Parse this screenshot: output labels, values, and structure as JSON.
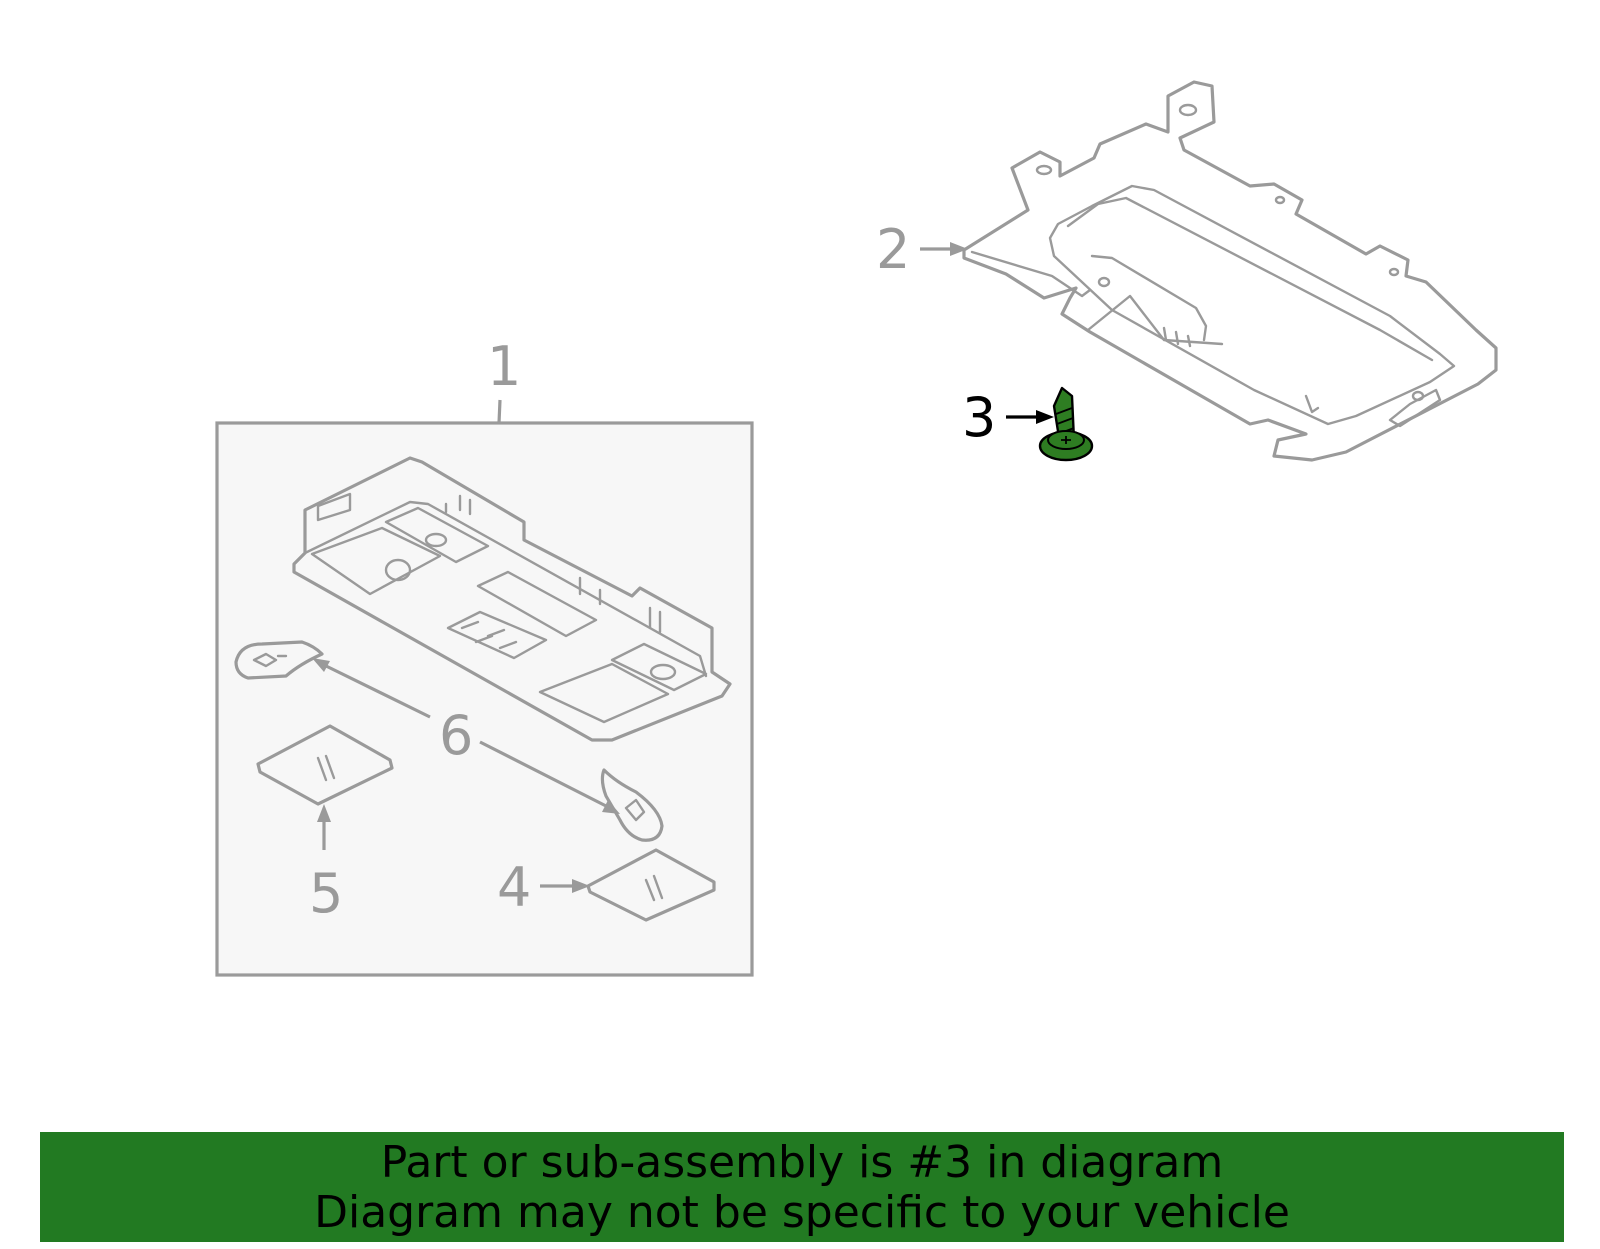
{
  "callouts": {
    "c1": "1",
    "c2": "2",
    "c3": "3",
    "c4": "4",
    "c5": "5",
    "c6": "6"
  },
  "selected_part": "3",
  "highlight_color": "#2e7d22",
  "banner": {
    "line1": "Part or sub-assembly is #3 in diagram",
    "line2": "Diagram may not be specific to your vehicle",
    "background": "#227a22"
  }
}
